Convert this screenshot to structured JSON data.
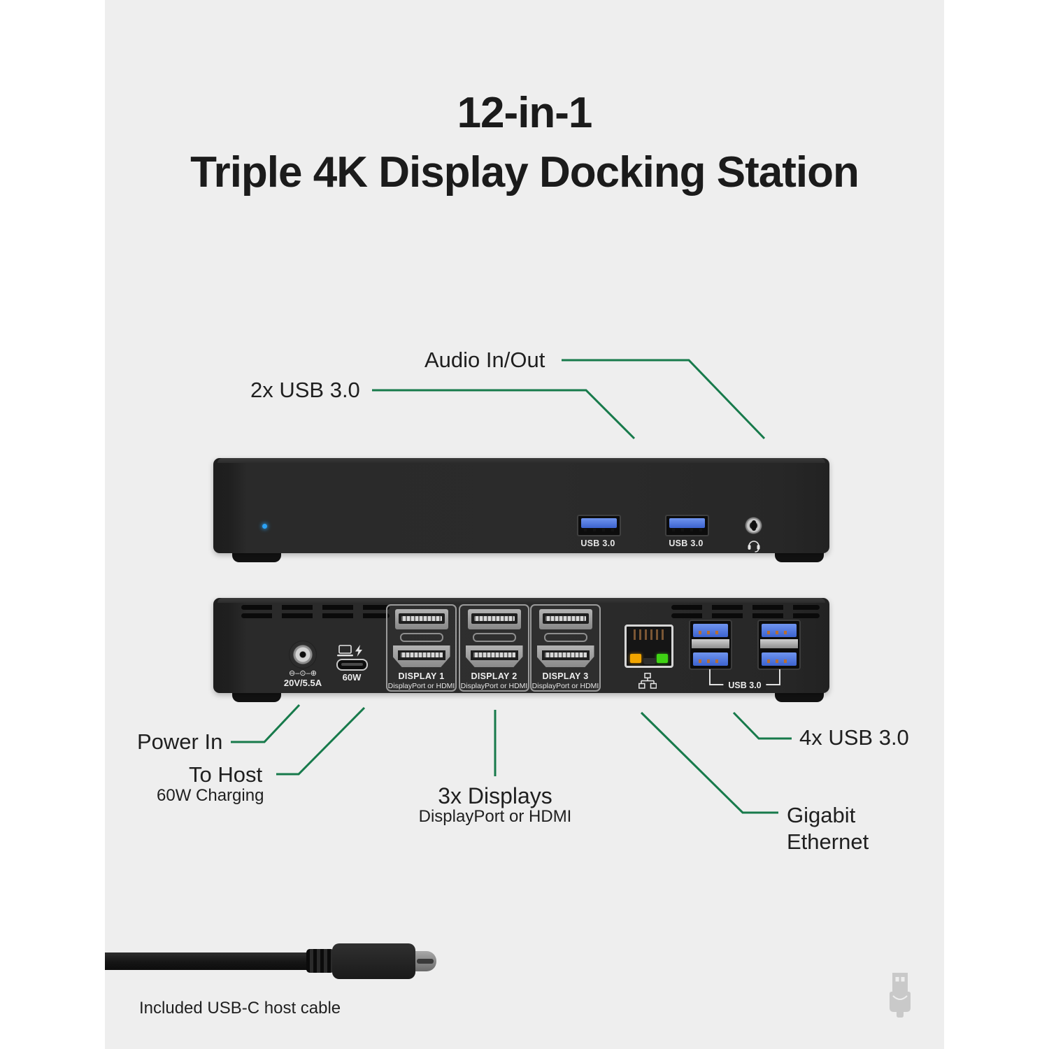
{
  "title": {
    "line1": "12-in-1",
    "line2": "Triple 4K Display Docking Station"
  },
  "callouts": {
    "audio": "Audio In/Out",
    "usb_front": "2x USB 3.0",
    "power_in": "Power In",
    "to_host": "To Host",
    "to_host_sub": "60W Charging",
    "displays": "3x Displays",
    "displays_sub": "DisplayPort or HDMI",
    "usb_rear": "4x USB 3.0",
    "ethernet_line1": "Gigabit",
    "ethernet_line2": "Ethernet"
  },
  "front_panel": {
    "usb1_label": "USB 3.0",
    "usb2_label": "USB 3.0"
  },
  "rear_panel": {
    "polarity_symbol": "⊖–⊙–⊕",
    "power_label": "20V/5.5A",
    "usbc_label": "60W",
    "displays": [
      {
        "name": "DISPLAY 1",
        "sub": "DisplayPort or HDMI"
      },
      {
        "name": "DISPLAY 2",
        "sub": "DisplayPort or HDMI"
      },
      {
        "name": "DISPLAY 3",
        "sub": "DisplayPort or HDMI"
      }
    ],
    "usb_group_label": "USB 3.0"
  },
  "footer": {
    "cable_caption": "Included USB-C host cable"
  },
  "colors": {
    "accent_green": "#177a4b",
    "background_gray": "#eeeeee",
    "usb_blue": "#4a79e8",
    "led_blue": "#2ba2f5",
    "ethernet_led_orange": "#f2a500",
    "ethernet_led_green": "#3fd414"
  }
}
